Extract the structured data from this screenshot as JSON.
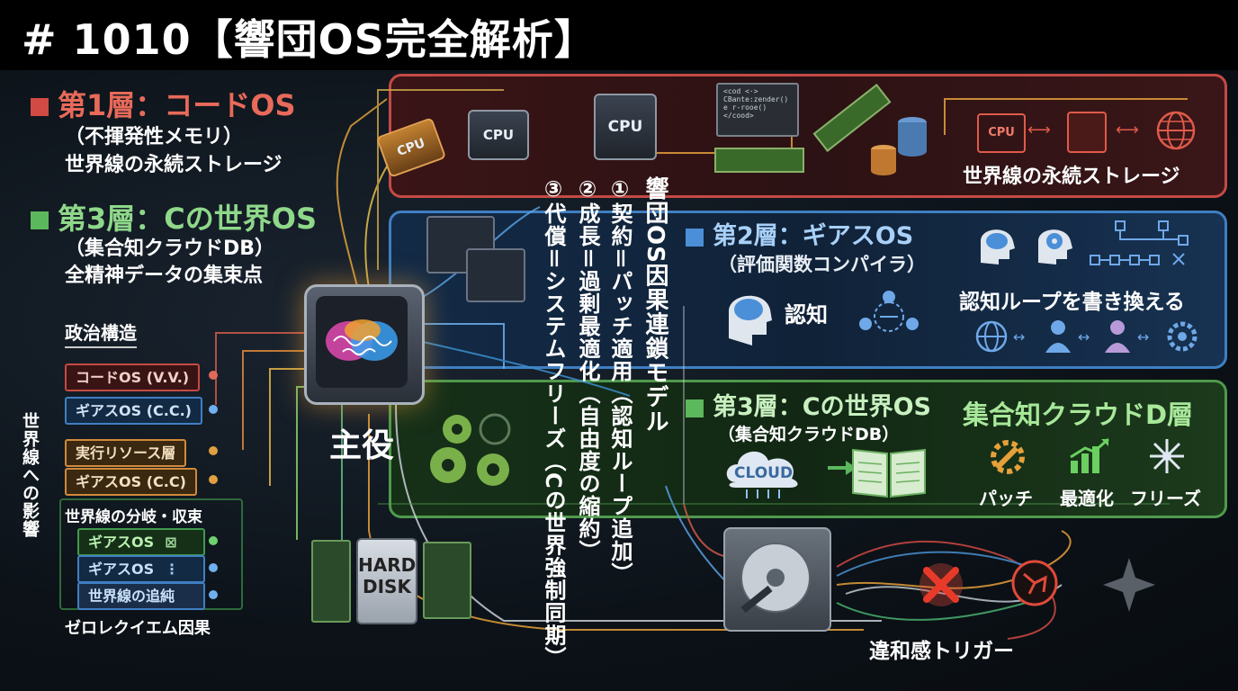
{
  "title": "# 1010【響団OS完全解析】",
  "left": {
    "layer1": {
      "head": "第1層：コードOS",
      "sub1": "（不揮発性メモリ）",
      "sub2": "世界線の永続ストレージ",
      "color": "#d24a44"
    },
    "layer3": {
      "head": "第3層：Cの世界OS",
      "sub1": "（集合知クラウドDB）",
      "sub2": "全精神データの集束点",
      "color": "#5cb85c"
    },
    "politics": {
      "heading": "政治構造",
      "items": [
        "コードOS (V.V.)",
        "ギアスOS (C.C.)",
        "実行リソース層",
        "ギアスOS (C.C)"
      ]
    },
    "branch": {
      "heading": "世界線の分岐・収束",
      "items": [
        "ギアスOS",
        "ギアスOS",
        "世界線の追純"
      ]
    },
    "influence_label": "世界線への影響",
    "zero_label": "ゼロレクイエム因果"
  },
  "center": {
    "protagonist": "主役",
    "cpu_label": "CPU",
    "hard_disk": [
      "HARD",
      "DISK"
    ],
    "model_title": "響団OS因果連鎖モデル",
    "chain": [
      "①契約＝パッチ適用（認知ループ追加）",
      "②成長＝過剰最適化（自由度の縮約）",
      "③代償＝システムフリーズ（Cの世界強制同期）"
    ]
  },
  "panel1": {
    "label": "世界線の永続ストレージ",
    "cpu_label": "CPU",
    "code_lines": [
      "<cod <·>",
      "CBante:zender()",
      "e r-rooe()",
      "</cood>"
    ]
  },
  "panel2": {
    "head": "第2層：ギアスOS",
    "sub": "（評価関数コンパイラ）",
    "cognition": "認知",
    "rewrite": "認知ループを書き換える",
    "color": "#4a8fd8"
  },
  "panel3": {
    "head": "第3層：Cの世界OS",
    "sub": "（集合知クラウドDB）",
    "title_right": "集合知クラウドD層",
    "cloud": "CLOUD",
    "actions": [
      "パッチ",
      "最適化",
      "フリーズ"
    ],
    "color": "#5cb85c"
  },
  "bottom": {
    "trigger": "違和感トリガー"
  }
}
